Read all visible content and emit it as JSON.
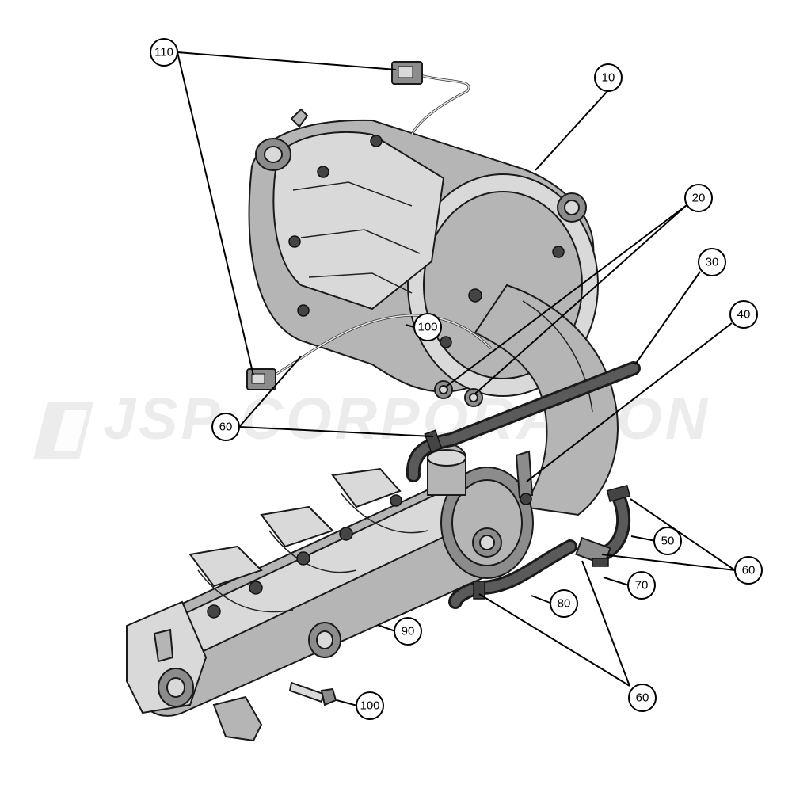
{
  "watermark": {
    "text": "JSP CORPORATION"
  },
  "callouts": {
    "c110": "110",
    "c10": "10",
    "c20": "20",
    "c30": "30",
    "c40": "40",
    "c100_upper": "100",
    "c60_left": "60",
    "c50": "50",
    "c60_right": "60",
    "c70": "70",
    "c80": "80",
    "c90": "90",
    "c60_bottom": "60",
    "c100_lower": "100"
  }
}
